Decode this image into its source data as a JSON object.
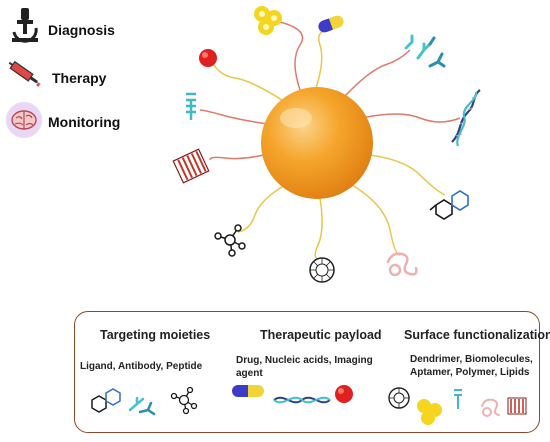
{
  "applications": [
    {
      "label": "Diagnosis",
      "icon": "microscope-icon"
    },
    {
      "label": "Therapy",
      "icon": "syringe-icon"
    },
    {
      "label": "Monitoring",
      "icon": "brain-icon"
    }
  ],
  "legend": {
    "columns": [
      {
        "title": "Targeting moieties",
        "items": "Ligand, Antibody, Peptide"
      },
      {
        "title": "Therapeutic payload",
        "items": "Drug, Nucleic acids, Imaging agent"
      },
      {
        "title": "Surface functionalization",
        "items": "Dendrimer, Biomolecules, Aptamer, Polymer, Lipids"
      }
    ]
  },
  "colors": {
    "core": "#f39a1e",
    "tether": "#e07a6b",
    "tether_alt": "#e8c64a",
    "border": "#8a4a2a"
  }
}
